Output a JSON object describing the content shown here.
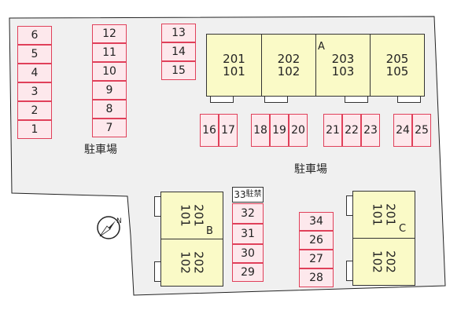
{
  "labels": {
    "parking_left": "駐車場",
    "parking_center": "駐車場",
    "building_a": "A",
    "building_b": "B",
    "building_c": "C",
    "slot_33_note": "駐禁"
  },
  "left_col_a": [
    "6",
    "5",
    "4",
    "3",
    "2",
    "1"
  ],
  "left_col_b": [
    "12",
    "11",
    "10",
    "9",
    "8",
    "7"
  ],
  "top_col": [
    "13",
    "14",
    "15"
  ],
  "building_a_units": [
    {
      "top": "201",
      "bottom": "101"
    },
    {
      "top": "202",
      "bottom": "102"
    },
    {
      "top": "203",
      "bottom": "103"
    },
    {
      "top": "205",
      "bottom": "105"
    }
  ],
  "mid_row_1": [
    "16",
    "17"
  ],
  "mid_row_2": [
    "18",
    "19",
    "20"
  ],
  "mid_row_3": [
    "21",
    "22",
    "23"
  ],
  "mid_row_4": [
    "24",
    "25"
  ],
  "building_b_units": [
    {
      "top": "201",
      "bottom": "101"
    },
    {
      "top": "202",
      "bottom": "102"
    }
  ],
  "center_col": [
    "32",
    "31",
    "30",
    "29"
  ],
  "slot_33": "33",
  "right_col": [
    "34",
    "26",
    "27",
    "28"
  ],
  "building_c_units": [
    {
      "top": "201",
      "bottom": "101"
    },
    {
      "top": "202",
      "bottom": "102"
    }
  ],
  "compass": {
    "icon": "north-arrow-icon",
    "letter": "N"
  },
  "colors": {
    "site": "#f0f0f0",
    "slot_fill": "#fde8ec",
    "slot_border": "#e0405a",
    "building": "#fafac7"
  }
}
